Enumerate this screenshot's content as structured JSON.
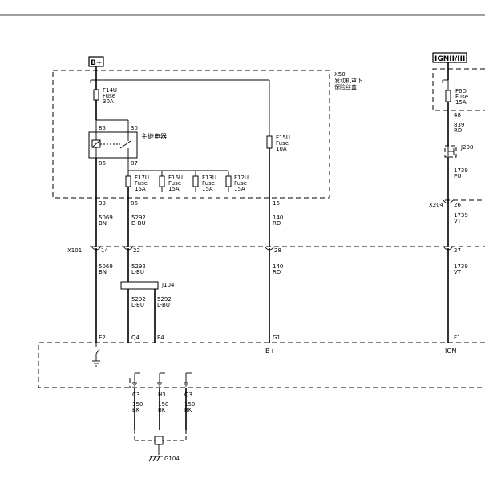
{
  "power_labels": {
    "battery": "B+",
    "ignition": "IGNII/III"
  },
  "fuse_block": {
    "connector": "X50",
    "name_line1": "发动机罩下",
    "name_line2": "保险丝盒"
  },
  "relay": {
    "label": "主继电器",
    "pin_85": "85",
    "pin_30": "30",
    "pin_86": "86",
    "pin_87": "87"
  },
  "fuses": {
    "f14u": {
      "id": "F14U",
      "type": "Fuse",
      "rating": "30A"
    },
    "f15u": {
      "id": "F15U",
      "type": "Fuse",
      "rating": "10A"
    },
    "f17u": {
      "id": "F17U",
      "type": "Fuse",
      "rating": "15A"
    },
    "f16u": {
      "id": "F16U",
      "type": "Fuse",
      "rating": "15A"
    },
    "f13u": {
      "id": "F13U",
      "type": "Fuse",
      "rating": "15A"
    },
    "f12u": {
      "id": "F12U",
      "type": "Fuse",
      "rating": "15A"
    },
    "f6d": {
      "id": "F6D",
      "type": "Fuse",
      "rating": "15A"
    }
  },
  "pins": {
    "p39": "39",
    "p86b": "86",
    "p16": "16",
    "p48": "48",
    "p26": "26",
    "p14": "14",
    "p22": "22",
    "p28": "28",
    "p27": "27",
    "e2": "E2",
    "q4": "Q4",
    "p4": "P4",
    "g1": "G1",
    "f1": "F1",
    "c3": "C3",
    "h3": "H3",
    "q3": "Q3"
  },
  "wires": {
    "w5069_top": {
      "circuit": "5069",
      "color": "BN"
    },
    "w5292_top": {
      "circuit": "5292",
      "color": "D-BU"
    },
    "w140_top": {
      "circuit": "140",
      "color": "RD"
    },
    "w839": {
      "circuit": "839",
      "color": "RD"
    },
    "w1739_pu": {
      "circuit": "1739",
      "color": "PU"
    },
    "w1739_vt_top": {
      "circuit": "1739",
      "color": "VT"
    },
    "w5069_bot": {
      "circuit": "5069",
      "color": "BN"
    },
    "w5292_bot": {
      "circuit": "5292",
      "color": "L-BU"
    },
    "w140_bot": {
      "circuit": "140",
      "color": "RD"
    },
    "w1739_vt_bot": {
      "circuit": "1739",
      "color": "VT"
    },
    "w5292_j1": {
      "circuit": "5292",
      "color": "L-BU"
    },
    "w5292_j2": {
      "circuit": "5292",
      "color": "L-BU"
    },
    "g_c3": {
      "circuit": "150",
      "color": "BK"
    },
    "g_h3": {
      "circuit": "150",
      "color": "BK"
    },
    "g_q3": {
      "circuit": "150",
      "color": "BK"
    }
  },
  "connectors": {
    "x101": "X101",
    "x204": "X204",
    "j104": "J104",
    "j208": "J208"
  },
  "ground": "G104",
  "ecm_labels": {
    "bplus": "B+",
    "ign": "IGN"
  }
}
